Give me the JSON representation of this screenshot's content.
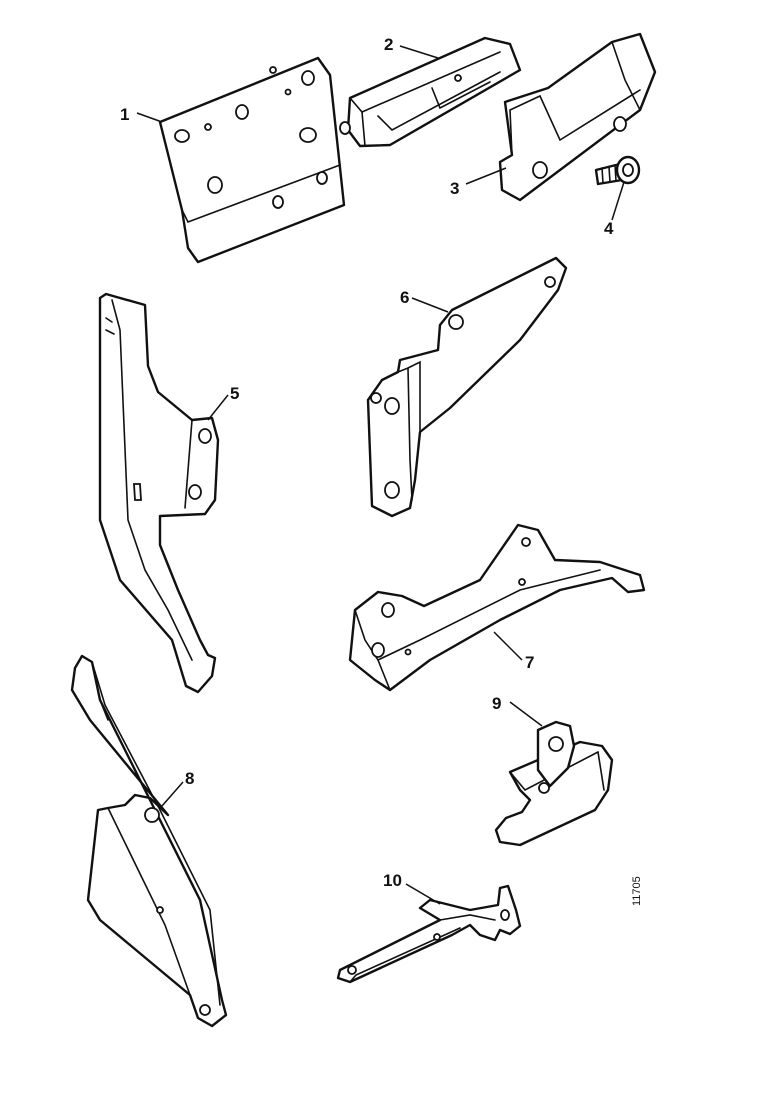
{
  "diagram": {
    "callouts": [
      {
        "id": "1",
        "label": "1"
      },
      {
        "id": "2",
        "label": "2"
      },
      {
        "id": "3",
        "label": "3"
      },
      {
        "id": "4",
        "label": "4"
      },
      {
        "id": "5",
        "label": "5"
      },
      {
        "id": "6",
        "label": "6"
      },
      {
        "id": "7",
        "label": "7"
      },
      {
        "id": "8",
        "label": "8"
      },
      {
        "id": "9",
        "label": "9"
      },
      {
        "id": "10",
        "label": "10"
      }
    ],
    "reference_code": "11705"
  },
  "colors": {
    "ink": "#111111",
    "paper": "#ffffff"
  }
}
